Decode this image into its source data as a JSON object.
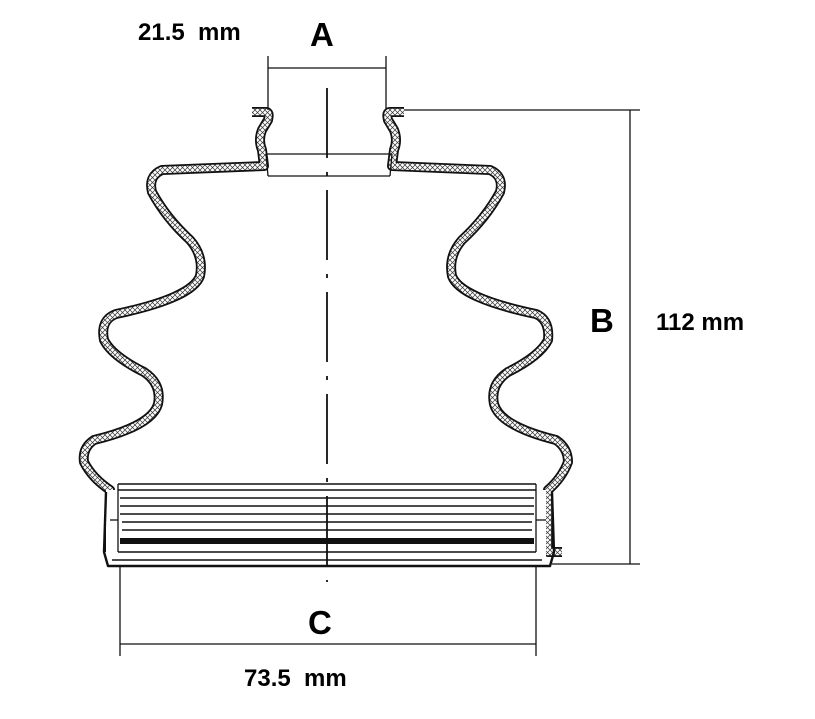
{
  "dimensions": {
    "a": {
      "letter": "A",
      "value": "21.5  mm"
    },
    "b": {
      "letter": "B",
      "value": "112 mm"
    },
    "c": {
      "letter": "C",
      "value": "73.5  mm"
    }
  },
  "colors": {
    "line": "#111111",
    "background": "#ffffff"
  }
}
